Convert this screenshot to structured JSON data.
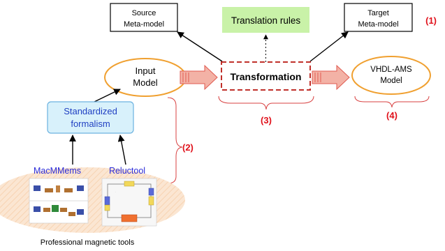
{
  "meta_models": {
    "source_line1": "Source",
    "source_line2": "Meta-model",
    "target_line1": "Target",
    "target_line2": "Meta-model"
  },
  "translation_rules": "Translation rules",
  "transformation": "Transformation",
  "input_model": {
    "line1": "Input",
    "line2": "Model"
  },
  "output_model": {
    "line1": "VHDL-AMS",
    "line2": "Model"
  },
  "formalism": {
    "line1": "Standardized",
    "line2": "formalism"
  },
  "tools": {
    "macmmems": "MacMMems",
    "reluctool": "Reluctool",
    "caption": "Professional magnetic tools"
  },
  "step_labels": {
    "s1": "(1)",
    "s2": "(2)",
    "s3": "(3)",
    "s4": "(4)"
  },
  "colors": {
    "step_label": "#e0101a",
    "tool_name": "#2a2ad8",
    "formalism_text": "#1f3fc2",
    "ellipse_stroke": "#f0a030",
    "rules_fill": "#c9f2a8",
    "formalism_fill": "#d8f1fb",
    "formalism_stroke": "#6cb2e0",
    "arrow_fill": "#f3b2a6",
    "arrow_stroke": "#e05a50",
    "dashed_stroke": "#c0302a",
    "brace_stroke": "#d84040",
    "ellipse_tools_fill": "#fbe6d2"
  }
}
